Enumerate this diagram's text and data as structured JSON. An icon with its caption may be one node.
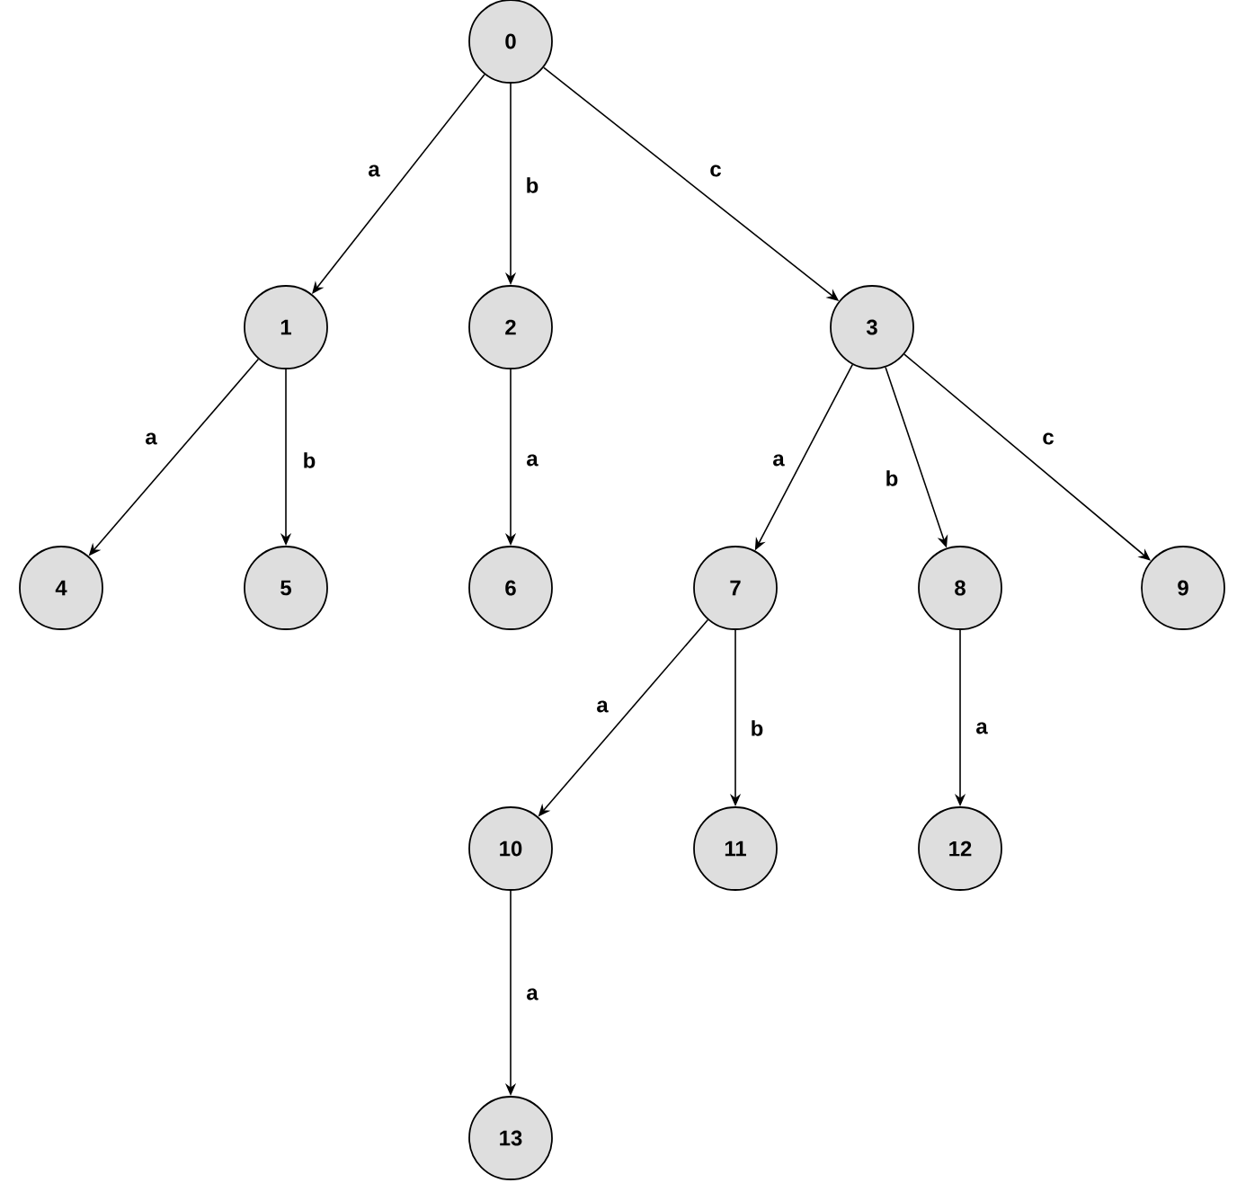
{
  "diagram": {
    "nodes": [
      {
        "text": [
          "0"
        ]
      },
      {
        "text": [
          "1"
        ]
      },
      {
        "text": [
          "2"
        ]
      },
      {
        "text": [
          "3"
        ]
      },
      {
        "text": [
          "4"
        ]
      },
      {
        "text": [
          "5"
        ]
      },
      {
        "text": [
          "6"
        ]
      },
      {
        "text": [
          "7"
        ]
      },
      {
        "text": [
          "8"
        ]
      },
      {
        "text": [
          "9"
        ]
      },
      {
        "text": [
          "10"
        ]
      },
      {
        "text": [
          "11"
        ]
      },
      {
        "text": [
          "12"
        ]
      },
      {
        "text": [
          "13"
        ]
      }
    ],
    "edges": [
      {
        "from": 0,
        "to": 1,
        "arrow": "to",
        "label": "a"
      },
      {
        "from": 0,
        "to": 2,
        "arrow": "to",
        "label": "b"
      },
      {
        "from": 0,
        "to": 3,
        "arrow": "to",
        "label": "c"
      },
      {
        "from": 1,
        "to": 4,
        "arrow": "to",
        "label": "a"
      },
      {
        "from": 1,
        "to": 5,
        "arrow": "to",
        "label": "b"
      },
      {
        "from": 2,
        "to": 6,
        "arrow": "to",
        "label": "a"
      },
      {
        "from": 3,
        "to": 7,
        "arrow": "to",
        "label": "a"
      },
      {
        "from": 3,
        "to": 8,
        "arrow": "to",
        "label": "b"
      },
      {
        "from": 3,
        "to": 9,
        "arrow": "to",
        "label": "c"
      },
      {
        "from": 7,
        "to": 10,
        "arrow": "to",
        "label": "a"
      },
      {
        "from": 7,
        "to": 11,
        "arrow": "to",
        "label": "b"
      },
      {
        "from": 8,
        "to": 12,
        "arrow": "to",
        "label": "a"
      },
      {
        "from": 10,
        "to": 13,
        "arrow": "to",
        "label": "a"
      }
    ]
  }
}
